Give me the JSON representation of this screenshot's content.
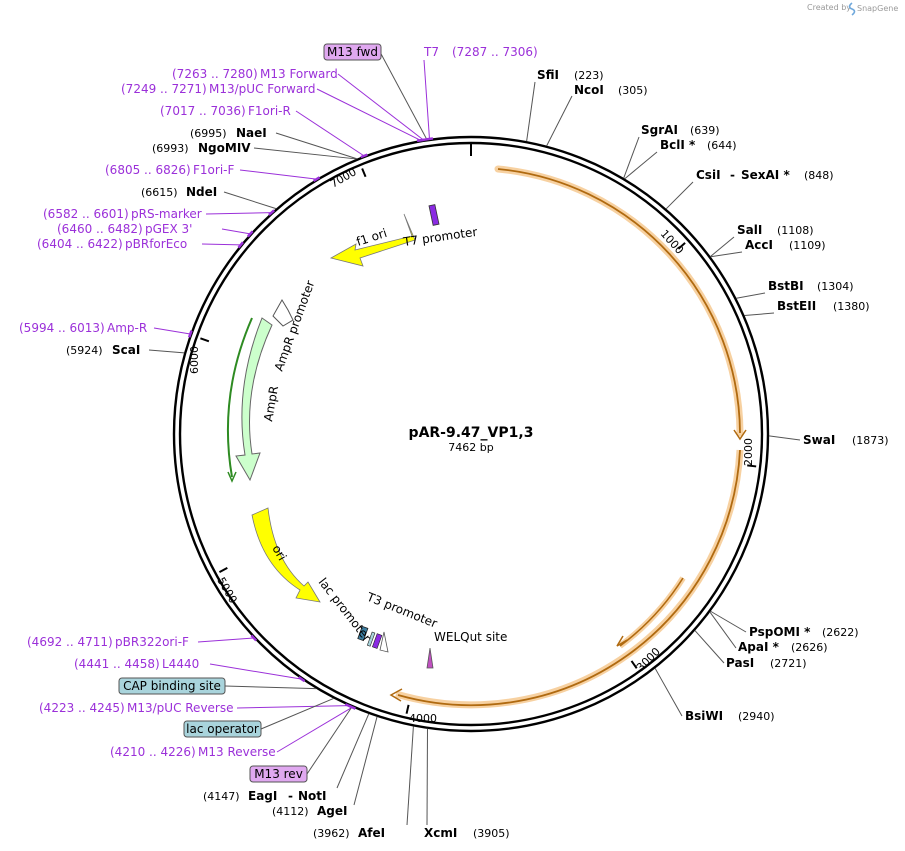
{
  "brand": {
    "prefix": "Created by",
    "name": "SnapGene"
  },
  "plasmid": {
    "name": "pAR-9.47_VP1,3",
    "length_label": "7462 bp",
    "length": 7462
  },
  "colors": {
    "backbone": "#000000",
    "primer": "#9b30d9",
    "enzyme_text": "#000000",
    "feature_yellow": "#ffff00",
    "feature_green": "#ccffcc",
    "feature_orange": "#f5a623",
    "boxed_purple": "#e0a8f0",
    "boxed_blue": "#a9d4dc"
  },
  "ticks": [
    "1000",
    "2000",
    "3000",
    "4000",
    "5000",
    "6000",
    "7000"
  ],
  "enzymes": [
    {
      "name": "SfiI",
      "pos": "(223)"
    },
    {
      "name": "NcoI",
      "pos": "(305)"
    },
    {
      "name": "SgrAI",
      "pos": "(639)"
    },
    {
      "name": "BclI *",
      "pos": "(644)"
    },
    {
      "name": "CsiI",
      "sep": "-",
      "name2": "SexAI *",
      "pos": "(848)"
    },
    {
      "name": "SalI",
      "pos": "(1108)"
    },
    {
      "name": "AccI",
      "pos": "(1109)"
    },
    {
      "name": "BstBI",
      "pos": "(1304)"
    },
    {
      "name": "BstEII",
      "pos": "(1380)"
    },
    {
      "name": "SwaI",
      "pos": "(1873)"
    },
    {
      "name": "PspOMI *",
      "pos": "(2622)"
    },
    {
      "name": "ApaI *",
      "pos": "(2626)"
    },
    {
      "name": "PasI",
      "pos": "(2721)"
    },
    {
      "name": "BsiWI",
      "pos": "(2940)"
    },
    {
      "name": "XcmI",
      "pos": "(3905)"
    },
    {
      "name": "AfeI",
      "pos": "(3962)"
    },
    {
      "name": "AgeI",
      "pos": "(4112)"
    },
    {
      "name": "EagI",
      "sep": "-",
      "name2": "NotI",
      "pos": "(4147)"
    },
    {
      "name": "ScaI",
      "pos": "(5924)"
    },
    {
      "name": "NdeI",
      "pos": "(6615)"
    },
    {
      "name": "NgoMIV",
      "pos": "(6993)"
    },
    {
      "name": "NaeI",
      "pos": "(6995)"
    }
  ],
  "primers": [
    {
      "range": "(7287 .. 7306)",
      "name": "T7"
    },
    {
      "range": "(7263 .. 7280)",
      "name": "M13 Forward"
    },
    {
      "range": "(7249 .. 7271)",
      "name": "M13/pUC Forward"
    },
    {
      "range": "(7017 .. 7036)",
      "name": "F1ori-R"
    },
    {
      "range": "(6805 .. 6826)",
      "name": "F1ori-F"
    },
    {
      "range": "(6582 .. 6601)",
      "name": "pRS-marker"
    },
    {
      "range": "(6460 .. 6482)",
      "name": "pGEX 3'"
    },
    {
      "range": "(6404 .. 6422)",
      "name": "pBRforEco"
    },
    {
      "range": "(5994 .. 6013)",
      "name": "Amp-R"
    },
    {
      "range": "(4692 .. 4711)",
      "name": "pBR322ori-F"
    },
    {
      "range": "(4441 .. 4458)",
      "name": "L4440"
    },
    {
      "range": "(4223 .. 4245)",
      "name": "M13/pUC Reverse"
    },
    {
      "range": "(4210 .. 4226)",
      "name": "M13 Reverse"
    }
  ],
  "boxed_labels": [
    {
      "text": "M13 fwd",
      "kind": "primer-box"
    },
    {
      "text": "CAP binding site",
      "kind": "feature-box"
    },
    {
      "text": "lac operator",
      "kind": "feature-box"
    },
    {
      "text": "M13 rev",
      "kind": "primer-box"
    }
  ],
  "features": [
    {
      "name": "f1 ori"
    },
    {
      "name": "T7 promoter"
    },
    {
      "name": "AmpR promoter"
    },
    {
      "name": "AmpR"
    },
    {
      "name": "ori"
    },
    {
      "name": "lac promoter"
    },
    {
      "name": "T3 promoter"
    },
    {
      "name": "WELQut site"
    }
  ]
}
